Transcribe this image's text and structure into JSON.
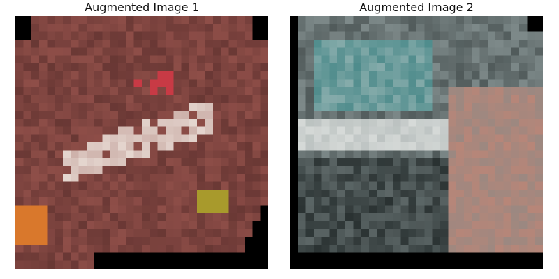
{
  "figure": {
    "panels": [
      {
        "title": "Augmented Image 1",
        "image": {
          "description_icon": "augmented-cifar-image-reddish",
          "palette": {
            "base": "#8e4e48",
            "dark": "#3c1c1c",
            "highlight": "#efe6df",
            "accent_red": "#c83a45",
            "accent_orange": "#d9782c",
            "accent_yellow": "#a89a2c",
            "border": "#000000"
          }
        }
      },
      {
        "title": "Augmented Image 2",
        "image": {
          "description_icon": "augmented-cifar-image-teal-gray",
          "palette": {
            "base": "#7e8a8a",
            "dark": "#2a3232",
            "highlight": "#d6dad8",
            "accent_teal": "#4f8c8c",
            "accent_pink": "#b88678",
            "border": "#000000"
          }
        }
      }
    ]
  }
}
